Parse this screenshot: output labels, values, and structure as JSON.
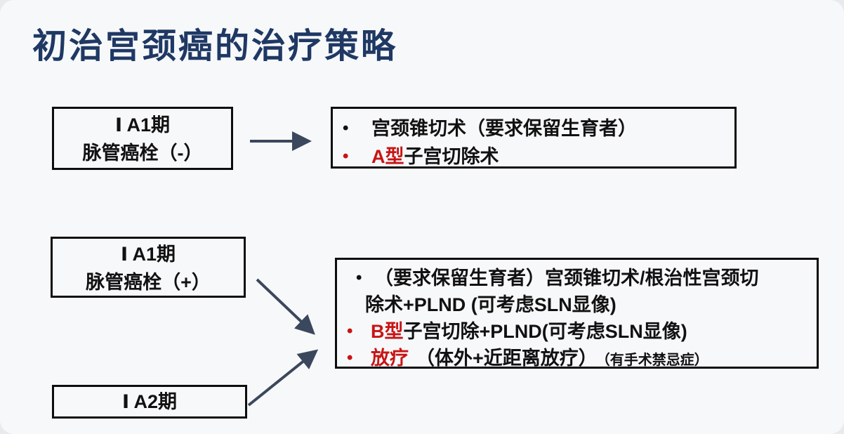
{
  "title": "初治宫颈癌的治疗策略",
  "bullet_glyph": "•",
  "colors": {
    "title_navy": "#1f3864",
    "accent_red": "#c81414",
    "arrow_slate": "#3b475c",
    "box_border": "#0d0d0d",
    "background": "#f7f8fa"
  },
  "flow1": {
    "source": {
      "line1": "Ⅰ A1期",
      "line2": "脉管癌栓（-）"
    },
    "treatments": {
      "b0": {
        "text": "宫颈锥切术（要求保留生育者）"
      },
      "b1": {
        "lead": "A型",
        "text": "子宫切除术"
      }
    }
  },
  "flow2": {
    "source_a": {
      "line1": "Ⅰ A1期",
      "line2": "脉管癌栓（+）"
    },
    "source_b": {
      "line1": "Ⅰ A2期"
    },
    "treatments": {
      "b0": {
        "text": "（要求保留生育者）宫颈锥切术/根治性宫颈切除术+PLND (可考虑SLN显像)"
      },
      "b1": {
        "lead": "B型",
        "text": "子宫切除+PLND(可考虑SLN显像)"
      },
      "b2": {
        "lead": "放疗",
        "text": "（体外+近距离放疗）",
        "note": "（有手术禁忌症）"
      }
    }
  }
}
